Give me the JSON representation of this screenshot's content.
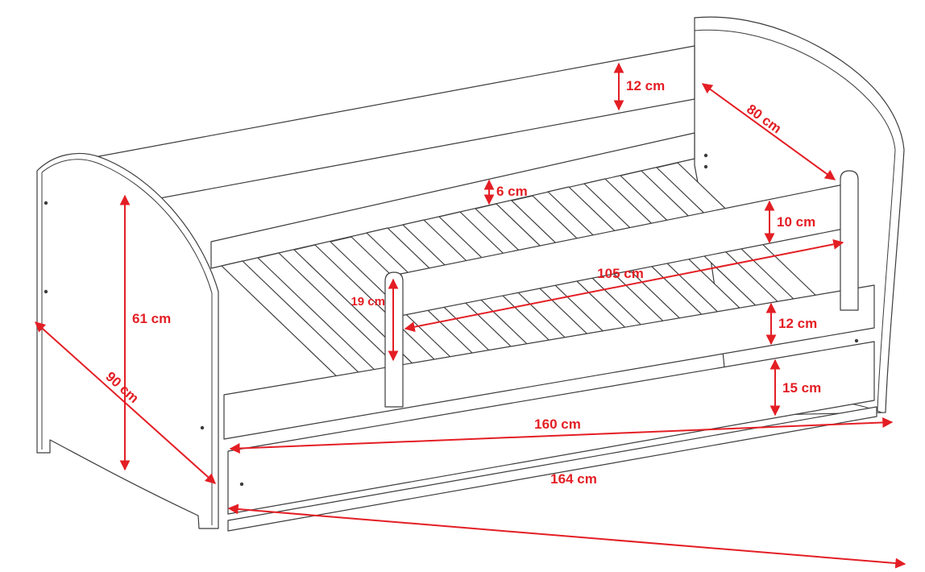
{
  "diagram": {
    "unit": "cm",
    "dimensions": {
      "back_rail_height": "12 cm",
      "bed_width": "80 cm",
      "slat_frame_height": "6 cm",
      "guard_rail_plank_width": "10 cm",
      "guard_rail_length": "105 cm",
      "guard_rail_height": "19 cm",
      "side_rail_height": "12 cm",
      "drawer_front_height": "15 cm",
      "footboard_height": "61 cm",
      "bed_depth": "90 cm",
      "internal_length": "160 cm",
      "external_length": "164 cm"
    },
    "colors": {
      "dimension_red": "#e31e24",
      "line_gray": "#3c3c3c",
      "background": "#ffffff"
    }
  }
}
